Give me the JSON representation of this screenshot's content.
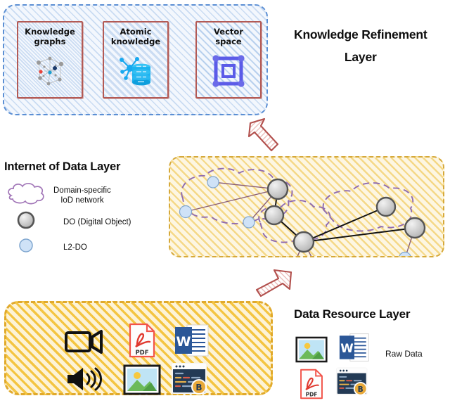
{
  "knowledge_refinement": {
    "title_line1": "Knowledge Refinement",
    "title_line2": "Layer",
    "cards": [
      {
        "label_line1": "Knowledge",
        "label_line2": "graphs",
        "icon": "knowledge-graph-icon"
      },
      {
        "label_line1": "Atomic",
        "label_line2": "knowledge",
        "icon": "atomic-knowledge-database-icon"
      },
      {
        "label_line1": "Vector",
        "label_line2": "space",
        "icon": "vector-space-icon"
      }
    ]
  },
  "internet_of_data": {
    "title": "Internet of Data Layer",
    "legend": [
      {
        "icon": "cloud-icon",
        "label_line1": "Domain-specific",
        "label_line2": "IoD network"
      },
      {
        "icon": "do-node-icon",
        "label_line1": "DO (Digital Object)",
        "label_line2": ""
      },
      {
        "icon": "l2do-node-icon",
        "label_line1": "L2-DO",
        "label_line2": ""
      }
    ]
  },
  "data_resource": {
    "title": "Data Resource Layer",
    "raw_data_label": "Raw Data",
    "panel_icons": [
      "video-camera-icon",
      "pdf-file-icon",
      "word-document-icon",
      "speaker-audio-icon",
      "image-photo-icon",
      "code-blockchain-icon"
    ],
    "raw_icons": [
      "image-photo-icon",
      "word-document-icon",
      "pdf-file-icon",
      "code-blockchain-icon"
    ]
  },
  "arrows": [
    {
      "name": "arrow-iod-to-krl",
      "direction": "up-left"
    },
    {
      "name": "arrow-drl-to-iod",
      "direction": "up-right"
    }
  ],
  "colors": {
    "krl_panel_border": "#5b8fd4",
    "krl_card_border": "#b35a55",
    "iod_panel_border": "#d6a93a",
    "drl_panel_border": "#e0a92c",
    "cluster_outline": "#8f6bb0",
    "do_node": "#c9c9c9",
    "l2do_node": "#cfe2f7",
    "arrow": "#b2504d",
    "vector_space": "#5b5be8",
    "atomic_blue": "#1ba7ef"
  },
  "graph": {
    "do_nodes": [
      [
        153,
        45
      ],
      [
        148,
        82
      ],
      [
        190,
        120
      ],
      [
        307,
        70
      ],
      [
        348,
        100
      ]
    ],
    "l2do_nodes": [
      [
        61,
        35
      ],
      [
        22,
        77
      ],
      [
        112,
        92
      ],
      [
        167,
        173
      ],
      [
        217,
        172
      ],
      [
        334,
        143
      ]
    ],
    "do_edges": [
      [
        0,
        1
      ],
      [
        1,
        2
      ],
      [
        2,
        3
      ],
      [
        2,
        4
      ]
    ],
    "l2do_edges": [
      [
        0,
        0
      ],
      [
        1,
        0
      ],
      [
        2,
        0
      ],
      [
        3,
        2
      ],
      [
        4,
        2
      ],
      [
        5,
        4
      ]
    ]
  }
}
